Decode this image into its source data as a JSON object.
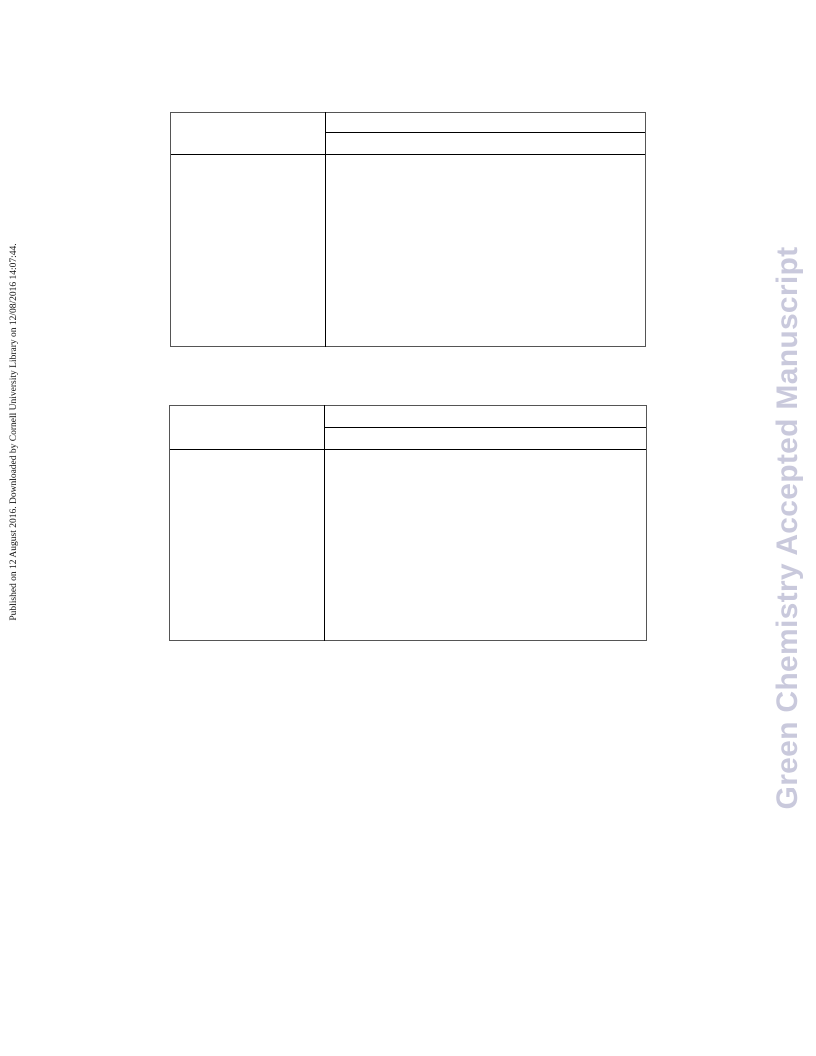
{
  "side_note": "Published on 12 August 2016. Downloaded by Cornell University Library on 12/08/2016 14:07:44.",
  "watermark": {
    "text": "Green Chemistry Accepted Manuscript",
    "color": "#c9c9dc"
  },
  "tables": [
    {
      "name": "table-1",
      "rows": [],
      "columns": []
    },
    {
      "name": "table-2",
      "rows": [],
      "columns": []
    }
  ]
}
